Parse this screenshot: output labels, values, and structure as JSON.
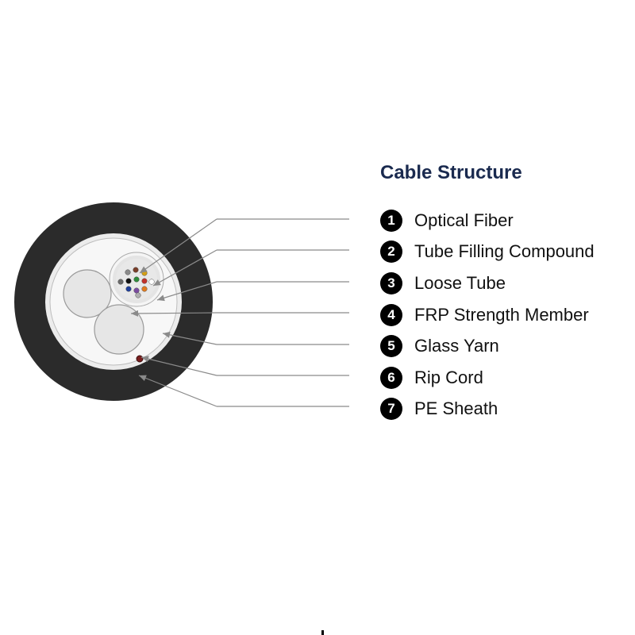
{
  "title": "Cable Structure",
  "components": [
    {
      "number": "1",
      "label": "Optical Fiber"
    },
    {
      "number": "2",
      "label": "Tube Filling Compound"
    },
    {
      "number": "3",
      "label": "Loose Tube"
    },
    {
      "number": "4",
      "label": "FRP Strength Member"
    },
    {
      "number": "5",
      "label": "Glass Yarn"
    },
    {
      "number": "6",
      "label": "Rip Cord"
    },
    {
      "number": "7",
      "label": "PE Sheath"
    }
  ],
  "colors": {
    "title": "#1a2a4f",
    "sheath": "#2b2b2b",
    "inner_layer": "#ececec",
    "tube_fill": "#e4e4e4",
    "leader_line": "#8a8a8a",
    "rip_cord": "#7a1f1f",
    "fibers": [
      "#8a8a8a",
      "#7a3f2a",
      "#d4a017",
      "#6a6a6a",
      "#111111",
      "#2e8b3a",
      "#c0322b",
      "#ffffff",
      "#1f3f9a",
      "#7a4aa0",
      "#e07b20",
      "#b0b0b0"
    ]
  }
}
